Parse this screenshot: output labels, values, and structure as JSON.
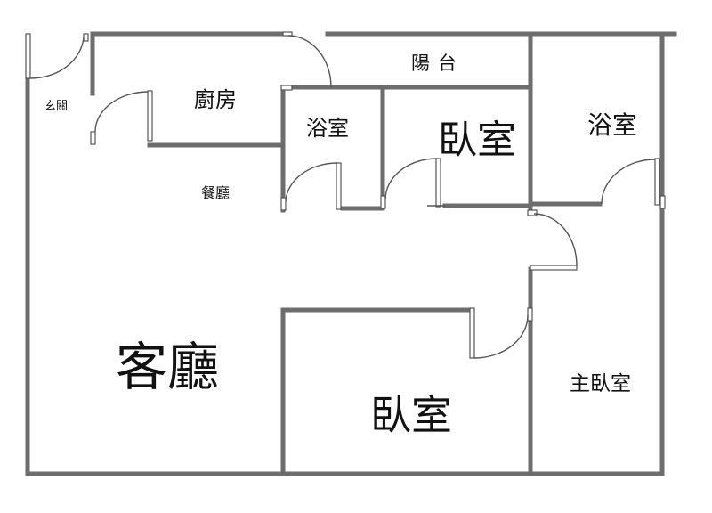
{
  "rooms": {
    "entrance": "玄關",
    "kitchen": "廚房",
    "dining": "餐廳",
    "balcony": "陽台",
    "bath_middle": "浴室",
    "bedroom_top": "臥室",
    "bath_right": "浴室",
    "living": "客廳",
    "bedroom_bottom": "臥室",
    "master_bedroom": "主臥室"
  }
}
